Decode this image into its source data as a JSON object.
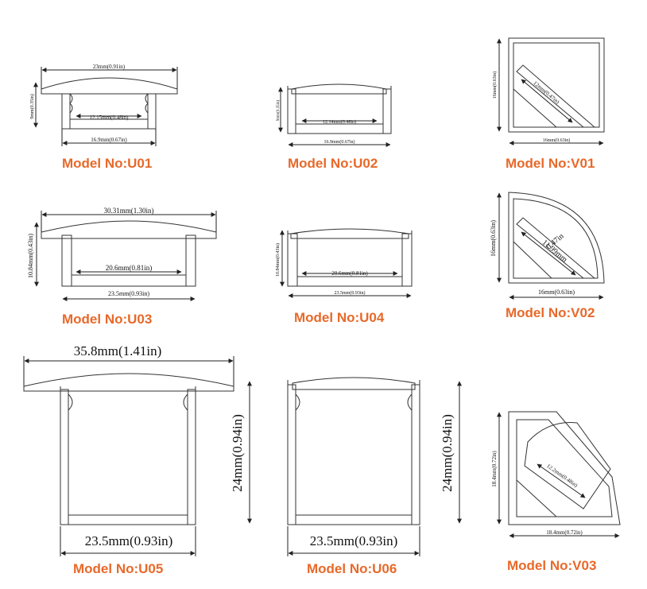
{
  "colors": {
    "caption": "#e8692a",
    "line": "#222222",
    "background": "#ffffff"
  },
  "models": [
    {
      "id": "u01",
      "caption": "Model No:U01",
      "width_label": "23mm(0.91in)",
      "inner_label": "12.15mm(0.48in)",
      "base_label": "16.9mm(0.67in)",
      "height_label": "9mm(0.35in)"
    },
    {
      "id": "u02",
      "caption": "Model No:U02",
      "inner_label": "12.14mm(0.48in)",
      "base_label": "16.9mm(0.67in)",
      "height_label": "9mm(0.35in)"
    },
    {
      "id": "v01",
      "caption": "Model No:V01",
      "diag_label": "12mm(0.47in)",
      "base_label": "16mm(0.63in)",
      "height_label": "16mm(0.63in)"
    },
    {
      "id": "u03",
      "caption": "Model No:U03",
      "width_label": "30.31mm(1.30in)",
      "inner_label": "20.6mm(0.81in)",
      "base_label": "23.5mm(0.93in)",
      "height_label": "10.84mm(0.43in)"
    },
    {
      "id": "u04",
      "caption": "Model No:U04",
      "inner_label": "20.6mm(0.81in)",
      "base_label": "23.5mm(0.93in)",
      "height_label": "10.84mm(0.43in)"
    },
    {
      "id": "v02",
      "caption": "Model No:V02",
      "diag_label_top": "0.47in",
      "diag_label_bottom": "11.99mm",
      "base_label": "16mm(0.63in)",
      "height_label": "16mm(0.63in)"
    },
    {
      "id": "u05",
      "caption": "Model No:U05",
      "width_label": "35.8mm(1.41in)",
      "base_label": "23.5mm(0.93in)",
      "height_label": "24mm(0.94in)"
    },
    {
      "id": "u06",
      "caption": "Model No:U06",
      "base_label": "23.5mm(0.93in)",
      "height_label": "24mm(0.94in)"
    },
    {
      "id": "v03",
      "caption": "Model No:V03",
      "diag_label": "12.2mm(0.48in)",
      "base_label": "18.4mm(0.72in)",
      "height_label": "18.4mm(0.72in)"
    }
  ]
}
